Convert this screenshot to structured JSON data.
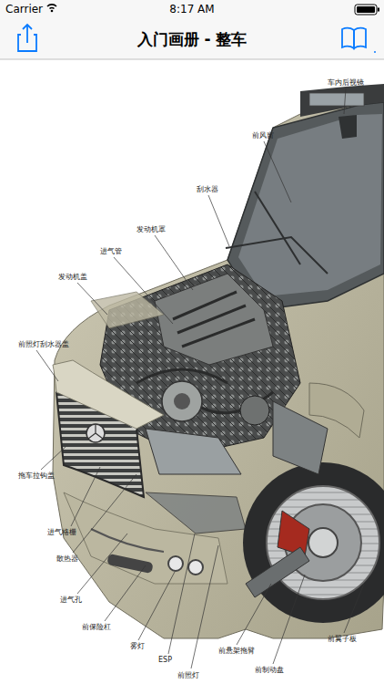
{
  "diagram": {
    "title": "入门画册 - 整车",
    "labels": [
      "Carrier",
      "8:17 AM",
      "车内后视镜",
      "前风窗",
      "刮水器",
      "发动机罩",
      "进气管",
      "发动机盖",
      "前照灯刮水器盖",
      "拖车拉钩盖",
      "进气格栅",
      "散热器",
      "进气孔",
      "前保险杠",
      "雾灯",
      "ESP",
      "前照灯",
      "前悬架拖臂",
      "前制动盘",
      "前翼子板"
    ]
  }
}
